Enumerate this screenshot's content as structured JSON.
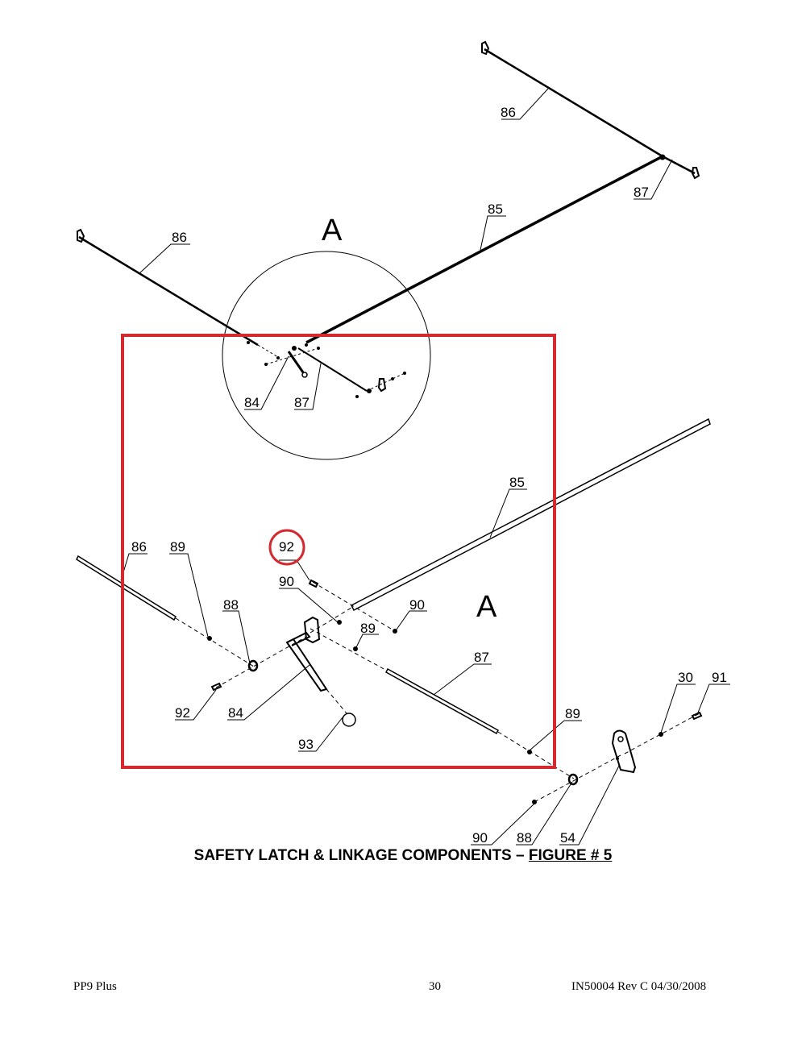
{
  "figure": {
    "caption_prefix": "SAFETY LATCH & LINKAGE COMPONENTS – ",
    "caption_figure": "FIGURE # 5",
    "detail_letter": "A",
    "detail_letter_2": "A"
  },
  "callouts": {
    "top_86_right": "86",
    "top_87_right": "87",
    "top_85": "85",
    "top_86_left": "86",
    "circle_84": "84",
    "circle_87": "87",
    "det_85": "85",
    "det_86": "86",
    "det_89_left": "89",
    "det_92_top": "92",
    "det_90_left": "90",
    "det_90_right": "90",
    "det_88_left": "88",
    "det_89_mid": "89",
    "det_87": "87",
    "det_30": "30",
    "det_91": "91",
    "det_89_right": "89",
    "det_92_bottom": "92",
    "det_84": "84",
    "det_93": "93",
    "det_90_bottom": "90",
    "det_88_bottom": "88",
    "det_54": "54"
  },
  "highlight": {
    "box_color": "#d42a2f",
    "circle_color": "#d42a2f"
  },
  "footer": {
    "left": "PP9 Plus",
    "center": "30",
    "right": "IN50004 Rev C  04/30/2008"
  }
}
